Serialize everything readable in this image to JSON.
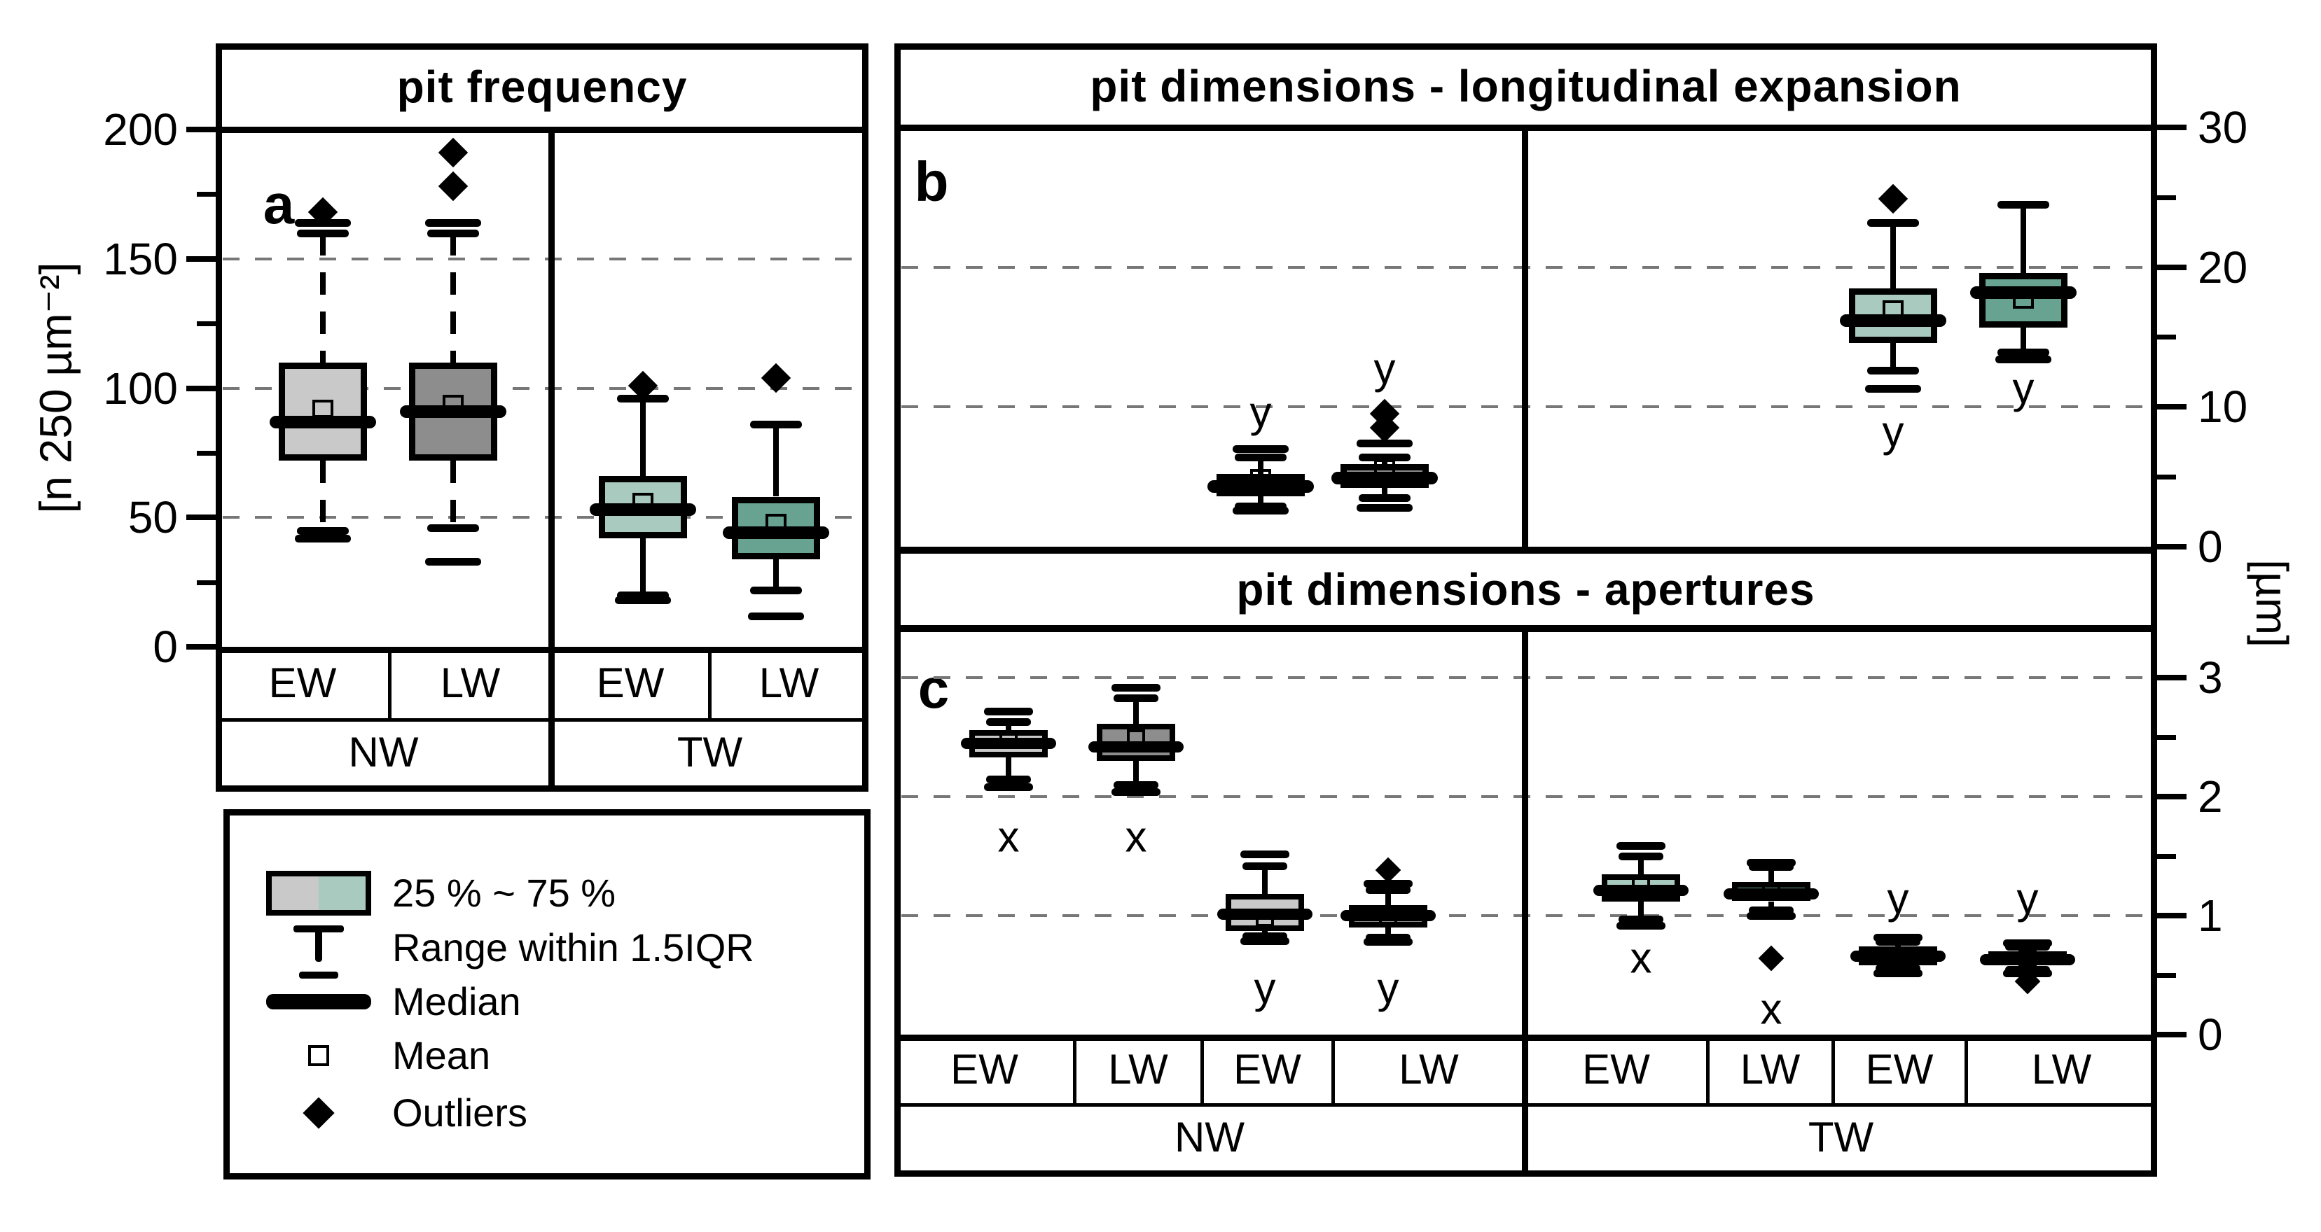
{
  "figure": {
    "background": "#ffffff"
  },
  "colors": {
    "light_gray": "#c9c9c9",
    "dark_gray": "#8d8d8d",
    "light_teal": "#a9cabe",
    "dark_teal": "#68a391",
    "black": "#000000",
    "grid": "#777777"
  },
  "axis_labels": {
    "left": "[n 250 µm⁻²]",
    "right_unit": "[µm]"
  },
  "legend": {
    "items": [
      {
        "icon": "box-swatch-icon",
        "label": "25 % ~ 75 %"
      },
      {
        "icon": "whisker-range-icon",
        "label": "Range within 1.5IQR"
      },
      {
        "icon": "median-bar-icon",
        "label": "Median"
      },
      {
        "icon": "mean-square-icon",
        "label": "Mean"
      },
      {
        "icon": "outlier-diamond-icon",
        "label": "Outliers"
      }
    ]
  },
  "chart_data": [
    {
      "id": "a",
      "type": "box",
      "title": "pit frequency",
      "panel_letter": "a",
      "ylabel": "[n 250 µm⁻²]",
      "axis_side": "left",
      "ylim": [
        0,
        200
      ],
      "yticks": [
        0,
        50,
        100,
        150,
        200
      ],
      "yticks_minor": [
        25,
        75,
        125,
        175
      ],
      "gridlines": [
        50,
        100,
        150
      ],
      "grid": true,
      "legend_position": "none",
      "group_labels": [
        "NW",
        "TW"
      ],
      "cat_labels": [
        "EW",
        "LW",
        "EW",
        "LW"
      ],
      "boxes": [
        {
          "group": "NW",
          "cat": "EW",
          "color": "light_gray",
          "whisker_style": "dashed",
          "q1": 72,
          "q3": 110,
          "median": 87,
          "mean": 92,
          "whisker_low": 45,
          "whisker_high": 160,
          "range_low": 42,
          "range_high": 164,
          "outliers": [
            168
          ],
          "annotation": null
        },
        {
          "group": "NW",
          "cat": "LW",
          "color": "dark_gray",
          "whisker_style": "dashed",
          "q1": 72,
          "q3": 110,
          "median": 91,
          "mean": 94,
          "whisker_low": 46,
          "whisker_high": 160,
          "range_low": 33,
          "range_high": 164,
          "outliers": [
            178,
            191
          ],
          "annotation": null
        },
        {
          "group": "TW",
          "cat": "EW",
          "color": "light_teal",
          "whisker_style": "solid",
          "q1": 42,
          "q3": 66,
          "median": 53,
          "mean": 56,
          "whisker_low": 20,
          "whisker_high": 96,
          "range_low": 18,
          "range_high": null,
          "outliers": [
            101
          ],
          "annotation": null
        },
        {
          "group": "TW",
          "cat": "LW",
          "color": "dark_teal",
          "whisker_style": "solid",
          "q1": 34,
          "q3": 58,
          "median": 44,
          "mean": 48,
          "whisker_low": 22,
          "whisker_high": 86,
          "range_low": 12,
          "range_high": null,
          "outliers": [
            104
          ],
          "annotation": null
        }
      ]
    },
    {
      "id": "b",
      "type": "box",
      "title": "pit dimensions - longitudinal expansion",
      "panel_letter": "b",
      "axis_side": "right",
      "ylim": [
        0,
        30
      ],
      "yticks": [
        0,
        10,
        20,
        30
      ],
      "yticks_minor": [
        5,
        15,
        25
      ],
      "gridlines": [
        10,
        20
      ],
      "grid": true,
      "group_labels": [
        "NW",
        "TW"
      ],
      "cat_labels": [],
      "boxes": [
        {
          "group": "NW",
          "cat": "EW",
          "dim": "y",
          "color": "light_gray",
          "whisker_style": "solid",
          "q1": 3.6,
          "q3": 5.2,
          "median": 4.3,
          "mean": 4.9,
          "whisker_low": 2.9,
          "whisker_high": 6.4,
          "range_low": 2.6,
          "range_high": 7.0,
          "outliers": [],
          "annotation": {
            "text": "y",
            "value": 9.6
          }
        },
        {
          "group": "NW",
          "cat": "LW",
          "dim": "y",
          "color": "dark_gray",
          "whisker_style": "solid",
          "q1": 4.2,
          "q3": 5.9,
          "median": 4.9,
          "mean": 5.6,
          "whisker_low": 3.5,
          "whisker_high": 6.4,
          "range_low": 2.8,
          "range_high": 7.4,
          "outliers": [
            8.5,
            9.5
          ],
          "annotation": {
            "text": "y",
            "value": 12.7
          }
        },
        {
          "group": "TW",
          "cat": "EW",
          "dim": "y",
          "color": "light_teal",
          "whisker_style": "solid",
          "q1": 14.6,
          "q3": 18.5,
          "median": 16.2,
          "mean": 17.0,
          "whisker_low": 12.6,
          "whisker_high": 23.2,
          "range_low": 11.3,
          "range_high": null,
          "outliers": [
            24.9
          ],
          "annotation": {
            "text": "y",
            "value": 8.2
          }
        },
        {
          "group": "TW",
          "cat": "LW",
          "dim": "y",
          "color": "dark_teal",
          "whisker_style": "solid",
          "q1": 15.7,
          "q3": 19.6,
          "median": 18.2,
          "mean": 17.7,
          "whisker_low": 13.9,
          "whisker_high": 24.5,
          "range_low": 13.4,
          "range_high": null,
          "outliers": [],
          "annotation": {
            "text": "y",
            "value": 11.3
          }
        }
      ]
    },
    {
      "id": "c",
      "type": "box",
      "title": "pit dimensions - apertures",
      "panel_letter": "c",
      "axis_side": "right",
      "unit": "[µm]",
      "ylim": [
        0,
        3.38
      ],
      "yticks": [
        0,
        1,
        2,
        3
      ],
      "yticks_minor": [
        0.5,
        1.5,
        2.5
      ],
      "gridlines": [
        1,
        2,
        3
      ],
      "grid": true,
      "group_labels": [
        "NW",
        "TW"
      ],
      "cat_labels": [
        "EW",
        "LW",
        "EW",
        "LW",
        "EW",
        "LW",
        "EW",
        "LW"
      ],
      "boxes": [
        {
          "group": "NW",
          "cat": "EW",
          "dim": "x",
          "color": "light_gray",
          "whisker_style": "solid",
          "q1": 2.33,
          "q3": 2.56,
          "median": 2.45,
          "mean": 2.47,
          "whisker_low": 2.15,
          "whisker_high": 2.63,
          "range_low": 2.08,
          "range_high": 2.72,
          "outliers": [],
          "annotation": {
            "text": "x",
            "value": 1.66
          }
        },
        {
          "group": "NW",
          "cat": "LW",
          "dim": "x",
          "color": "dark_gray",
          "whisker_style": "solid",
          "q1": 2.3,
          "q3": 2.61,
          "median": 2.42,
          "mean": 2.5,
          "whisker_low": 2.1,
          "whisker_high": 2.83,
          "range_low": 2.04,
          "range_high": 2.92,
          "outliers": [],
          "annotation": {
            "text": "x",
            "value": 1.66
          }
        },
        {
          "group": "NW",
          "cat": "EW",
          "dim": "y",
          "color": "light_gray",
          "whisker_style": "solid",
          "q1": 0.87,
          "q3": 1.18,
          "median": 1.01,
          "mean": 0.97,
          "whisker_low": 0.83,
          "whisker_high": 1.42,
          "range_low": 0.79,
          "range_high": 1.52,
          "outliers": [],
          "annotation": {
            "text": "y",
            "value": 0.39
          }
        },
        {
          "group": "NW",
          "cat": "LW",
          "dim": "y",
          "color": "dark_gray",
          "whisker_style": "solid",
          "q1": 0.9,
          "q3": 1.09,
          "median": 1.0,
          "mean": 0.99,
          "whisker_low": 0.82,
          "whisker_high": 1.22,
          "range_low": 0.78,
          "range_high": 1.27,
          "outliers": [
            1.38
          ],
          "annotation": {
            "text": "y",
            "value": 0.39
          }
        },
        {
          "group": "TW",
          "cat": "EW",
          "dim": "x",
          "color": "light_teal",
          "whisker_style": "solid",
          "q1": 1.12,
          "q3": 1.35,
          "median": 1.21,
          "mean": 1.26,
          "whisker_low": 0.97,
          "whisker_high": 1.5,
          "range_low": 0.92,
          "range_high": 1.59,
          "outliers": [],
          "annotation": {
            "text": "x",
            "value": 0.64
          }
        },
        {
          "group": "TW",
          "cat": "LW",
          "dim": "x",
          "color": "dark_teal",
          "whisker_style": "solid",
          "q1": 1.12,
          "q3": 1.28,
          "median": 1.18,
          "mean": 1.22,
          "whisker_low": 1.05,
          "whisker_high": 1.41,
          "range_low": 1.0,
          "range_high": 1.45,
          "outliers": [
            0.64
          ],
          "annotation": {
            "text": "x",
            "value": 0.21
          }
        },
        {
          "group": "TW",
          "cat": "EW",
          "dim": "y",
          "color": "light_teal",
          "whisker_style": "solid",
          "q1": 0.58,
          "q3": 0.74,
          "median": 0.66,
          "mean": 0.67,
          "whisker_low": 0.56,
          "whisker_high": 0.78,
          "range_low": 0.52,
          "range_high": 0.82,
          "outliers": [],
          "annotation": {
            "text": "y",
            "value": 1.14
          }
        },
        {
          "group": "TW",
          "cat": "LW",
          "dim": "y",
          "color": "dark_teal",
          "whisker_style": "solid",
          "q1": 0.58,
          "q3": 0.7,
          "median": 0.63,
          "mean": 0.64,
          "whisker_low": 0.55,
          "whisker_high": 0.74,
          "range_low": 0.52,
          "range_high": 0.77,
          "outliers": [
            0.45
          ],
          "annotation": {
            "text": "y",
            "value": 1.14
          }
        }
      ]
    }
  ]
}
